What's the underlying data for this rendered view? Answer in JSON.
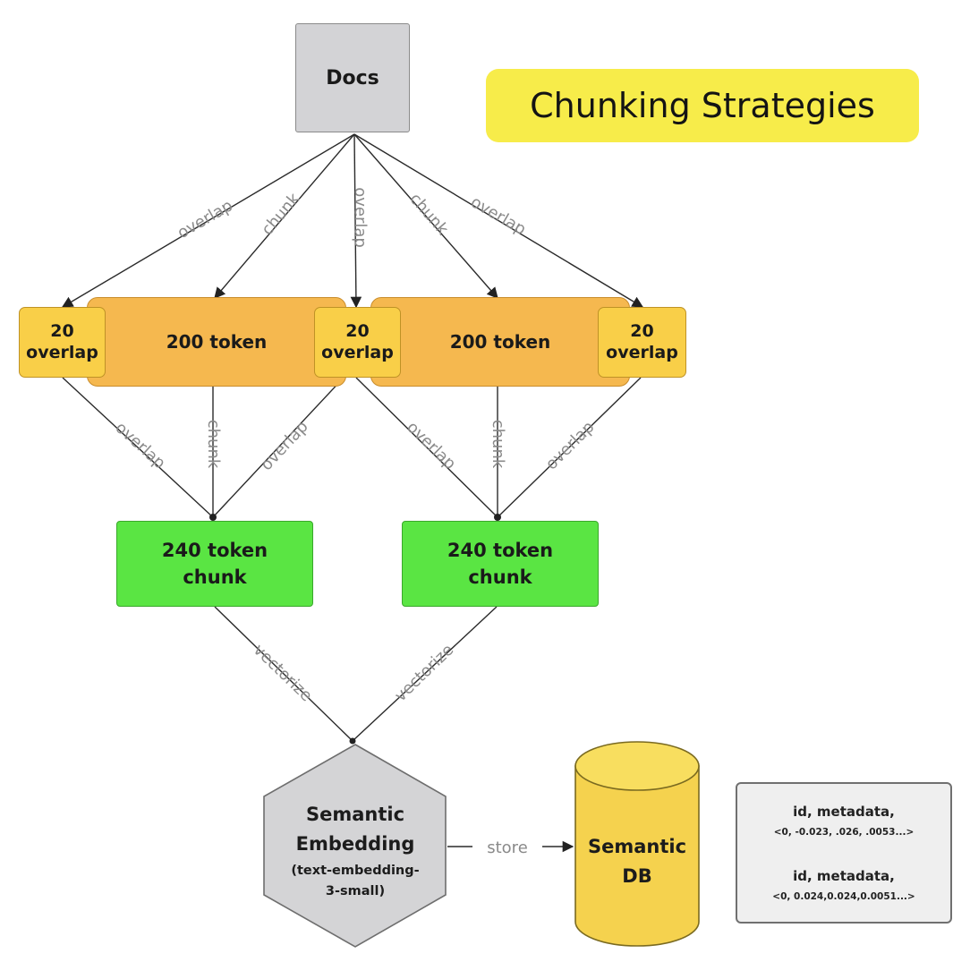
{
  "title": "Chunking Strategies",
  "nodes": {
    "docs": "Docs",
    "overlap_num": "20",
    "overlap_word": "overlap",
    "token_block": "200 token",
    "chunk_line1": "240 token",
    "chunk_line2": "chunk",
    "embedding": [
      "Semantic",
      "Embedding",
      "(text-embedding-",
      "3-small)"
    ],
    "db": [
      "Semantic",
      "DB"
    ]
  },
  "edges": {
    "overlap": "overlap",
    "chunk": "chunk",
    "vectorize": "vectorize",
    "store": "store"
  },
  "records": [
    {
      "key": "id, metadata,",
      "vector": "<0, -0.023, .026, .0053...>"
    },
    {
      "key": "id, metadata,",
      "vector": "<0, 0.024,0.024,0.0051...>"
    }
  ],
  "colors": {
    "title_bg": "#f7ec4a",
    "docs_bg": "#d3d3d6",
    "token_bg": "#f5b84f",
    "overlap_bg": "#f9cf48",
    "chunk_bg": "#5ae543",
    "hex_bg": "#d4d4d6",
    "db_bg": "#f5d24e"
  }
}
